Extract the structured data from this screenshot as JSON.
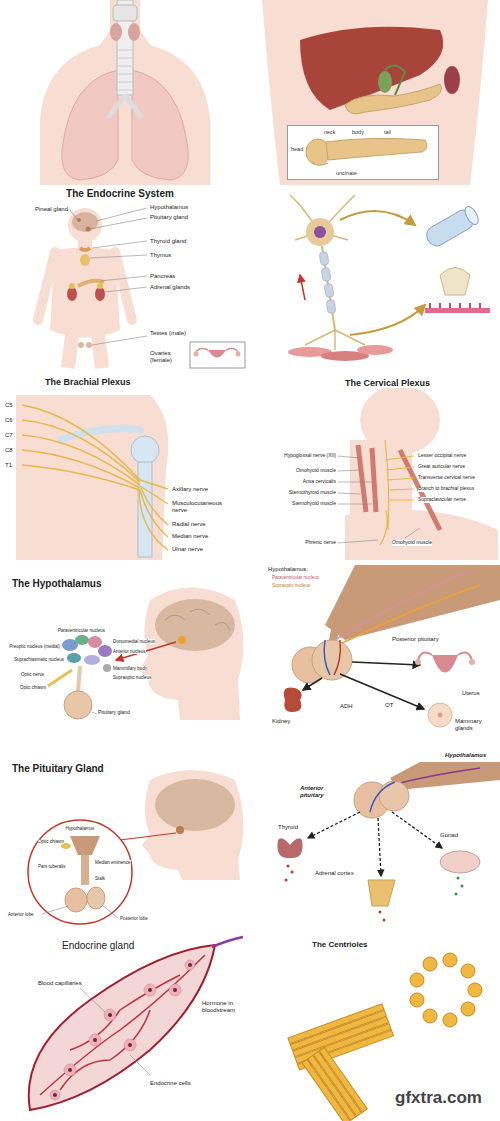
{
  "diagram": {
    "nodes": [
      {
        "text": [
          "head",
          "neck",
          "body",
          "tail",
          "uncinate"
        ]
      }
    ],
    "labels": [
      "The Endocrine System",
      "Pineal gland",
      "Hypothalamus",
      "Pituitary gland",
      "Thyroid gland",
      "Thymus",
      "Pancreas",
      "Adrenal glands",
      "Testes (male)",
      "Ovaries (female)",
      "The Brachial Plexus",
      "C5",
      "C6",
      "C7",
      "C8",
      "T1",
      "Axillary nerve",
      "Musculocutaneous nerve",
      "Radial nerve",
      "Median nerve",
      "Ulnar nerve",
      "The Cervical Plexus",
      "Hypoglossal nerve (XII)",
      "Omohyoid muscle",
      "Ansa cervicalis",
      "Sternothyroid muscle",
      "Sternohyoid muscle",
      "Phrenic nerve",
      "Omohyoid muscle",
      "Lesser occipital nerve",
      "Great auricular nerve",
      "Transverse cervical nerve",
      "Branch to brachial plexus",
      "Supraclavicular nerve",
      "The Hypothalamus",
      "Paraventricular nucleus",
      "Preoptic nucleus (medial)",
      "Dorsomedial nucleus",
      "Anterior nucleus",
      "Suprachiasmatic nucleus",
      "Optic nerve",
      "Optic chiasm",
      "Mammillary body",
      "Supraoptic nucleus",
      "Pituitary gland",
      "Hypothalamus:",
      "Paraventricular nucleus",
      "Supraoptic nucleus",
      "Posterior pituitary",
      "Uterus",
      "Kidney",
      "ADH",
      "OT",
      "Mammary glands",
      "The Pituitary Gland",
      "Optic chiasm",
      "Hypothalamus",
      "Median eminence",
      "Pars tuberalis",
      "Stalk",
      "Anterior lobe",
      "Posterior lobe",
      "Hypothalamus",
      "Anterior pituitary",
      "Thyroid",
      "Adrenal cortex",
      "Gonad",
      "Endocrine gland",
      "Blood capillaries",
      "Hormone in bloodstream",
      "Endocrine cells",
      "The Centrioles",
      "gfxtra.com"
    ]
  }
}
